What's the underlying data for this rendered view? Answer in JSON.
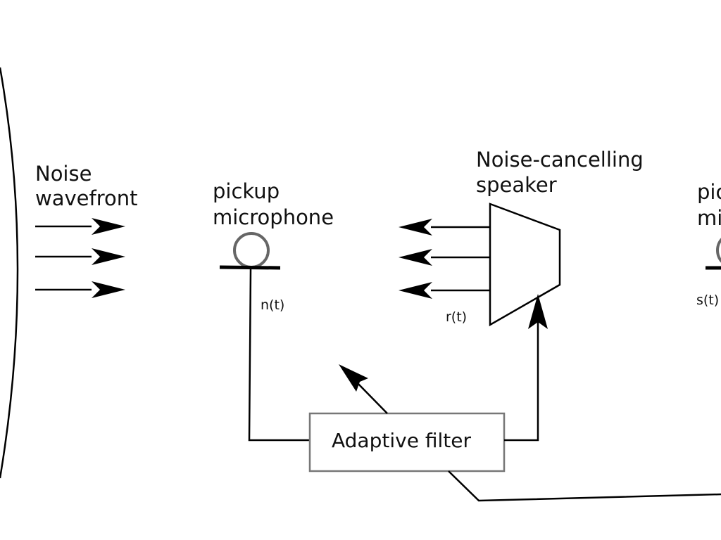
{
  "labels": {
    "noise_wavefront": [
      "Noise",
      "wavefront"
    ],
    "pickup_microphone": [
      "pickup",
      "microphone"
    ],
    "speaker": [
      "Noise-cancelling",
      "speaker"
    ],
    "error_microphone": [
      "pic",
      "mi"
    ],
    "signal_n": "n(t)",
    "signal_r": "r(t)",
    "signal_s": "s(t)",
    "filter": "Adaptive filter"
  },
  "colors": {
    "line": "#000000",
    "mic": "#666666",
    "filter_border": "#777777",
    "text": "#111111"
  }
}
